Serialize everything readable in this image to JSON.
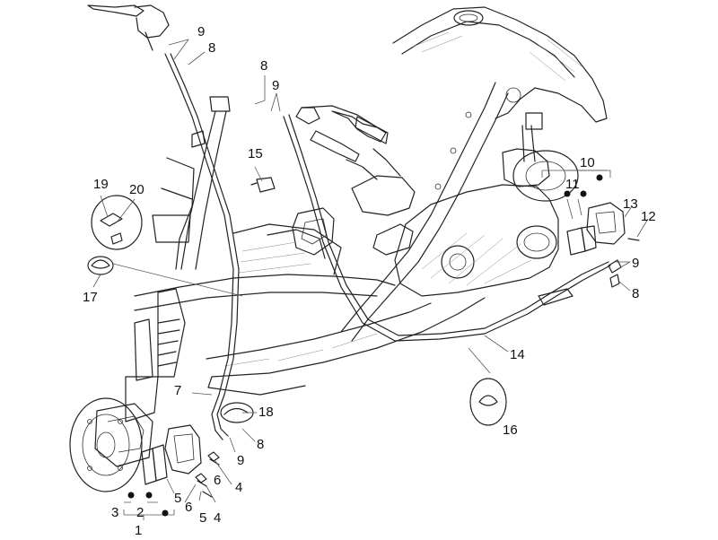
{
  "callouts": {
    "c1": "1",
    "c2": "2",
    "c3": "3",
    "c4a": "4",
    "c4b": "4",
    "c5a": "5",
    "c5b": "5",
    "c6a": "6",
    "c6b": "6",
    "c7": "7",
    "c8a": "8",
    "c8b": "8",
    "c8c": "8",
    "c8d": "8",
    "c9a": "9",
    "c9b": "9",
    "c9c": "9",
    "c9d": "9",
    "c10": "10",
    "c11": "11",
    "c12": "12",
    "c13": "13",
    "c14": "14",
    "c15": "15",
    "c16": "16",
    "c17": "17",
    "c18": "18",
    "c19": "19",
    "c20": "20"
  }
}
